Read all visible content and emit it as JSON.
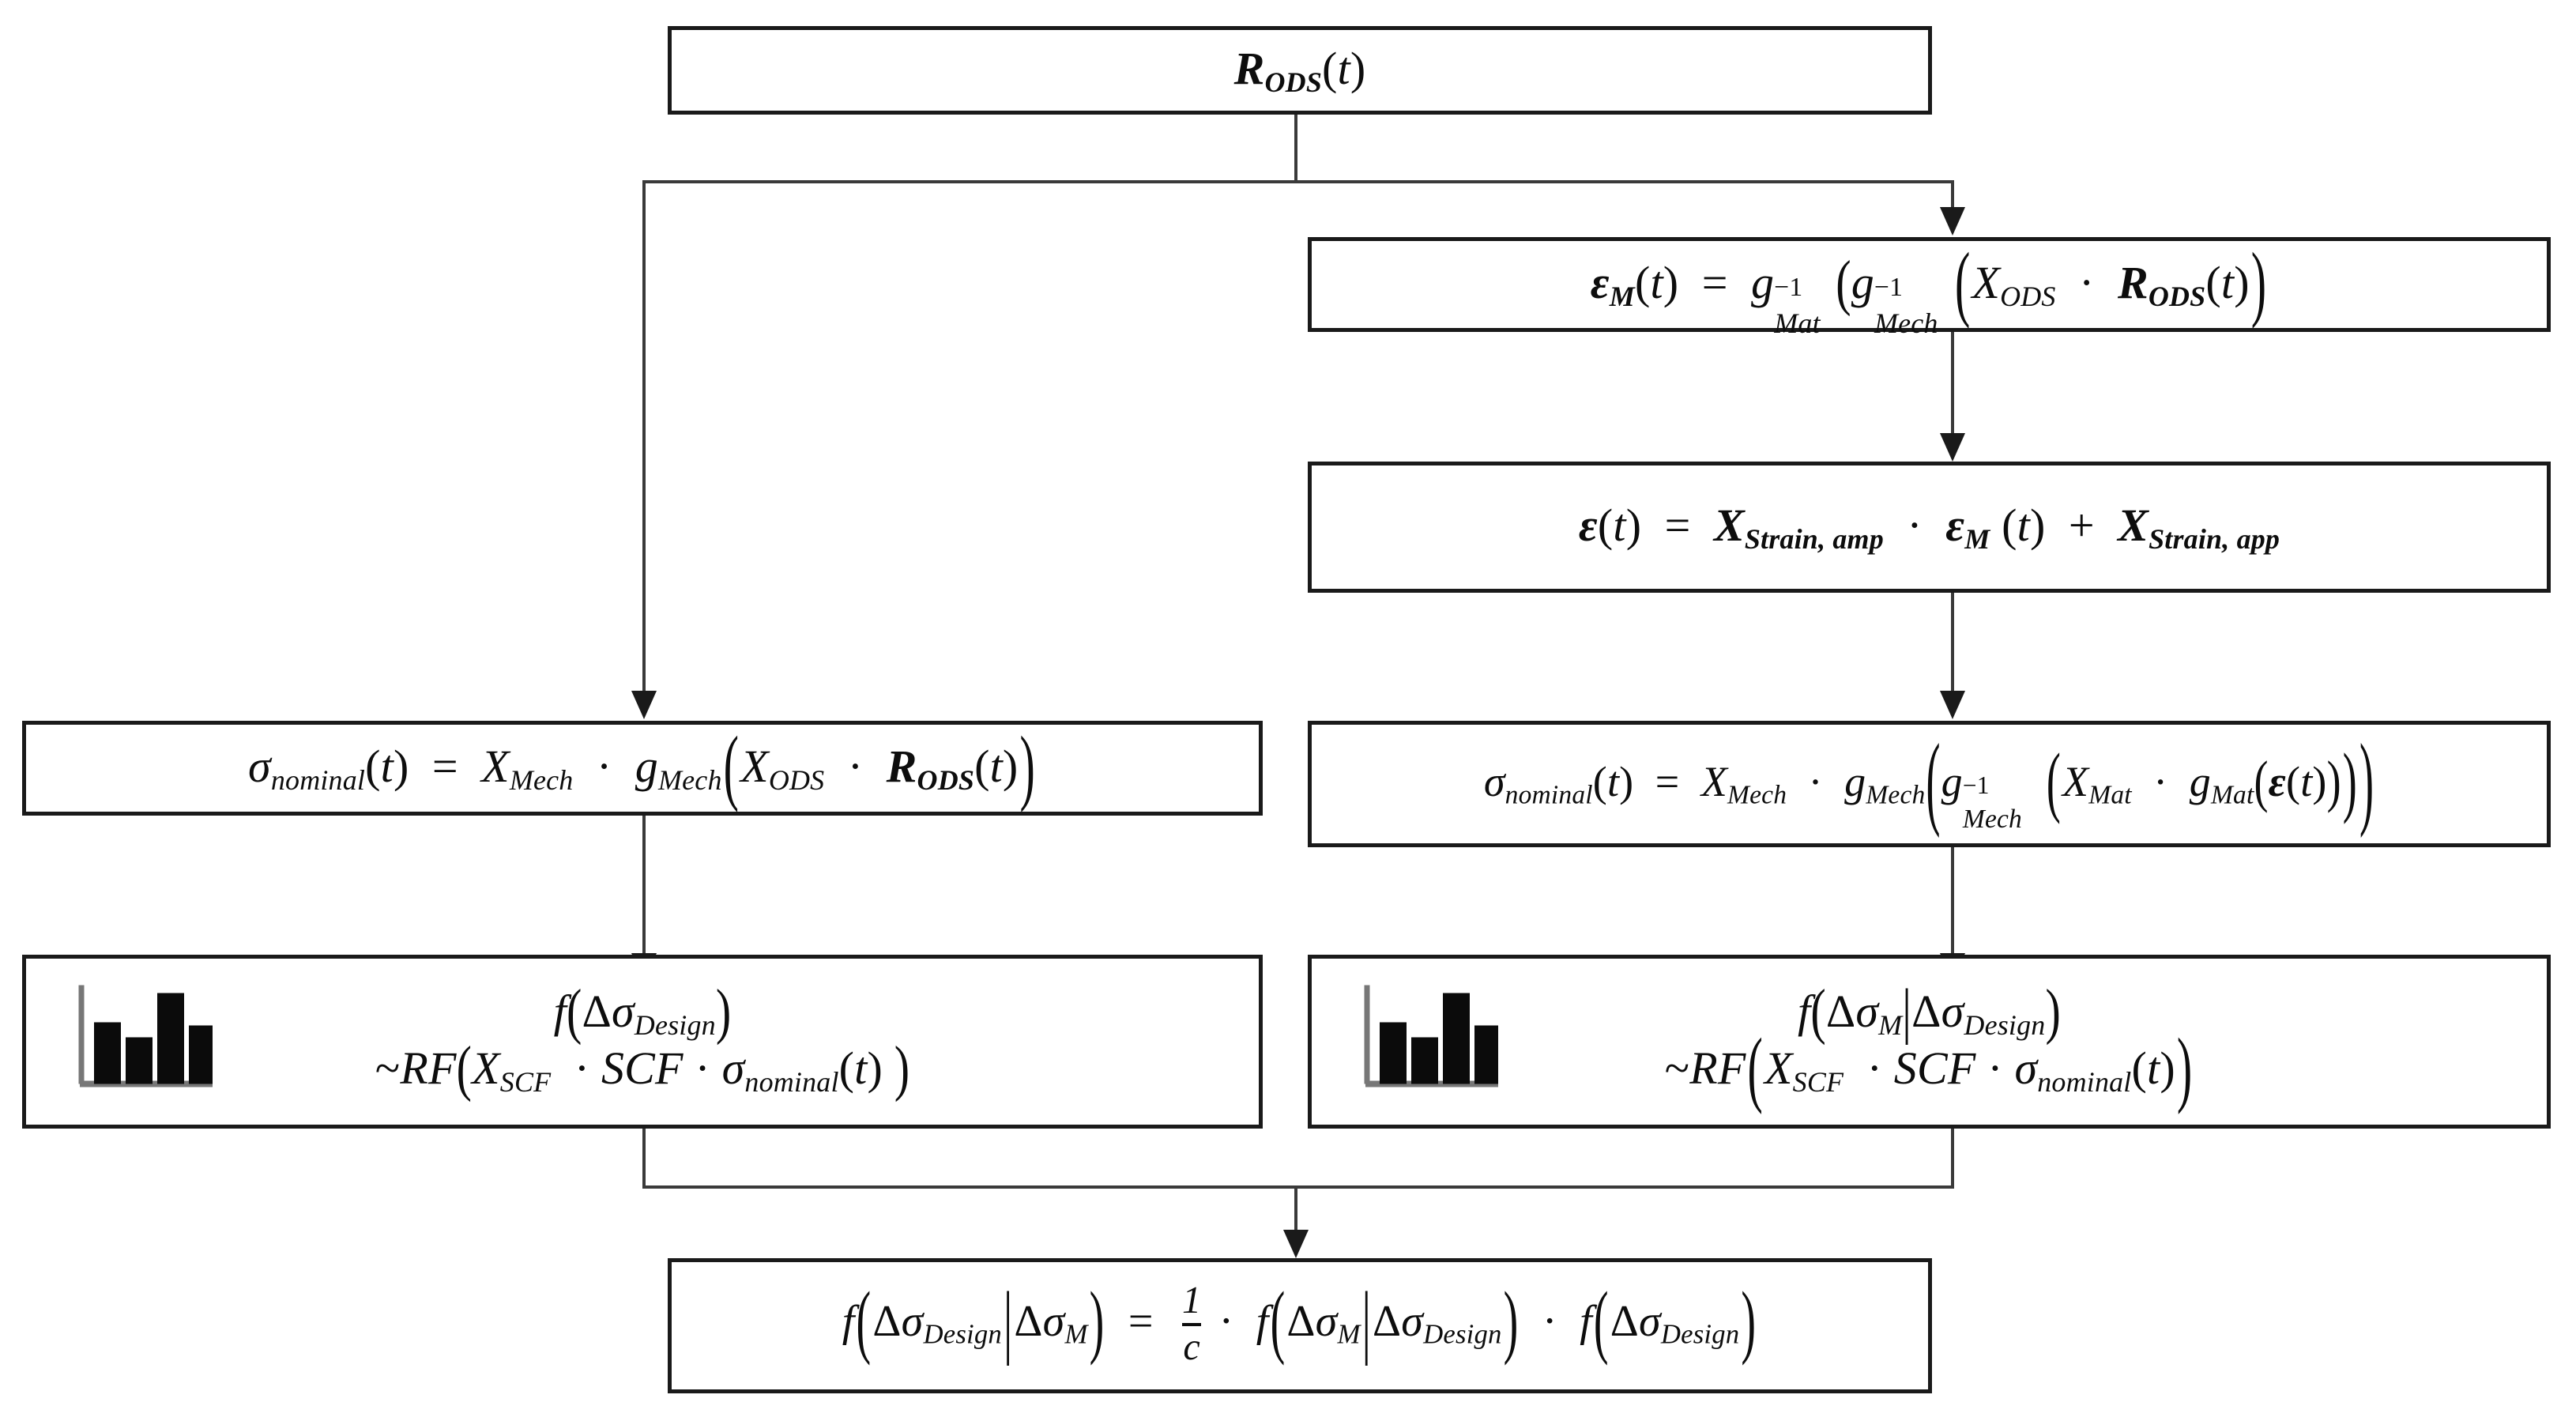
{
  "diagram": {
    "title": "Probabilistic fatigue stress-range derivation flowchart",
    "background_color": "#ffffff",
    "line_color": "#3a3a3a",
    "box_border_color": "#1a1a1a",
    "text_color": "#0d0d0d"
  },
  "nodes": {
    "top": {
      "id": "node-rods",
      "formula_plain": "R_ODS(t)"
    },
    "right1": {
      "id": "node-epsilon-m",
      "formula_plain": "ε_M(t) = g_Mat^-1 ( g_Mech^-1 ( X_ODS · R_ODS(t) )"
    },
    "right2": {
      "id": "node-epsilon",
      "formula_plain": "ε(t) = X_Strain,amp · ε_M (t) + X_Strain,app"
    },
    "left1": {
      "id": "node-sigma-nominal-left",
      "formula_plain": "σ_nominal(t) = X_Mech · g_Mech ( X_ODS · R_ODS(t) )"
    },
    "right3": {
      "id": "node-sigma-nominal-right",
      "formula_plain": "σ_nominal(t) = X_Mech · g_Mech ( g_Mech^-1 ( X_Mat · g_Mat( ε(t) ) ) )"
    },
    "left2": {
      "id": "node-f-design",
      "line1_plain": "f(Δσ_Design)",
      "line2_plain": "~RF( X_SCF · SCF · σ_nominal(t) )"
    },
    "right4": {
      "id": "node-f-m-given-design",
      "line1_plain": "f(Δσ_M | Δσ_Design)",
      "line2_plain": "~RF( X_SCF · SCF · σ_nominal(t) )"
    },
    "bottom": {
      "id": "node-bayes",
      "formula_plain": "f(Δσ_Design | Δσ_M) = (1/c) · f(Δσ_M | Δσ_Design) · f(Δσ_Design)"
    }
  },
  "symbols": {
    "R": "R",
    "ODS": "ODS",
    "t": "t",
    "epsilon": "ε",
    "sigma": "σ",
    "delta": "Δ",
    "M": "M",
    "Mat": "Mat",
    "Mech": "Mech",
    "X": "X",
    "g": "g",
    "inv": "−1",
    "dot": "·",
    "eq": "=",
    "plus": "+",
    "tilde": "~",
    "RF": "RF",
    "SCF": "SCF",
    "Strain_amp": "Strain, amp",
    "Strain_app": "Strain, app",
    "nominal": "nominal",
    "Design": "Design",
    "f": "f",
    "c": "c",
    "one": "1",
    "bar": "|",
    "lpar": "(",
    "rpar": ")"
  },
  "histogram": {
    "name": "histogram-icon",
    "bars": [
      60,
      45,
      88,
      57
    ],
    "bar_color": "#0b0b0b",
    "axis_color": "#777777"
  },
  "edges": [
    {
      "name": "edge-top-to-split",
      "from": "top",
      "to": "split"
    },
    {
      "name": "edge-split-to-left1",
      "from": "split",
      "to": "left1"
    },
    {
      "name": "edge-split-to-right1",
      "from": "split",
      "to": "right1"
    },
    {
      "name": "edge-right1-to-right2",
      "from": "right1",
      "to": "right2"
    },
    {
      "name": "edge-right2-to-right3",
      "from": "right2",
      "to": "right3"
    },
    {
      "name": "edge-left1-to-left2",
      "from": "left1",
      "to": "left2"
    },
    {
      "name": "edge-right3-to-right4",
      "from": "right3",
      "to": "right4"
    },
    {
      "name": "edge-left2-to-merge",
      "from": "left2",
      "to": "merge"
    },
    {
      "name": "edge-right4-to-merge",
      "from": "right4",
      "to": "merge"
    },
    {
      "name": "edge-merge-to-bottom",
      "from": "merge",
      "to": "bottom"
    }
  ]
}
